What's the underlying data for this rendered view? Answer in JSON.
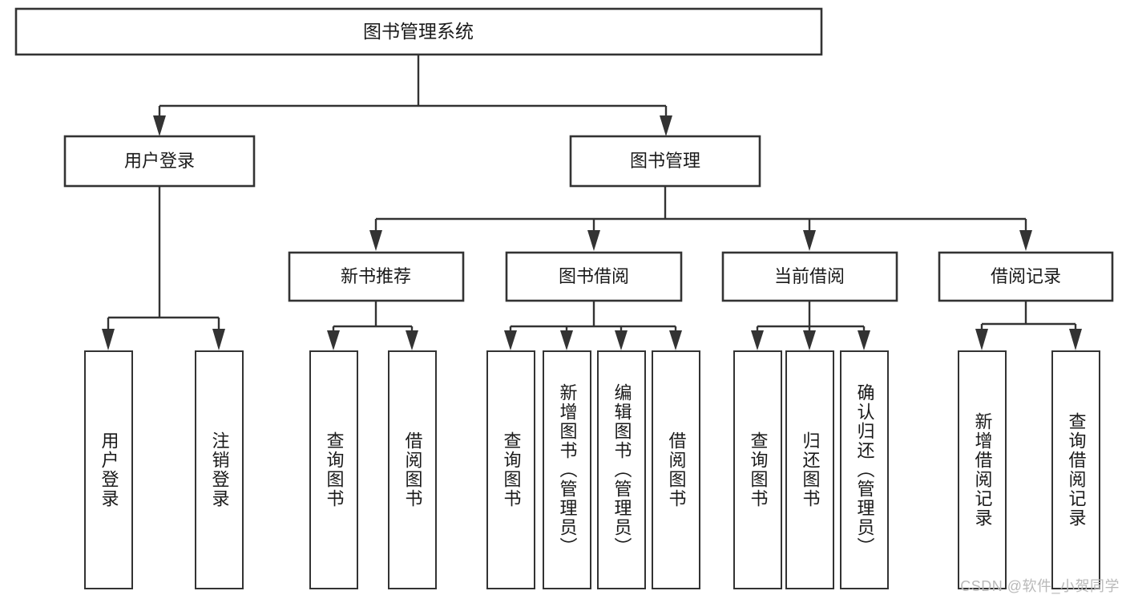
{
  "diagram": {
    "type": "hierarchy-tree",
    "title": "图书管理系统",
    "watermark": "CSDN @软件_小贺同学",
    "colors": {
      "stroke": "#333333",
      "fill": "#ffffff",
      "text": "#1a1a1a",
      "watermark": "#b9b9b9"
    },
    "root": {
      "label": "图书管理系统"
    },
    "level2": [
      {
        "label": "用户登录"
      },
      {
        "label": "图书管理"
      }
    ],
    "level3": [
      {
        "label": "新书推荐"
      },
      {
        "label": "图书借阅"
      },
      {
        "label": "当前借阅"
      },
      {
        "label": "借阅记录"
      }
    ],
    "leaves": {
      "user_login": [
        {
          "label": "用户登录"
        },
        {
          "label": "注销登录"
        }
      ],
      "new_book_recommend": [
        {
          "label": "查询图书"
        },
        {
          "label": "借阅图书"
        }
      ],
      "book_borrow": [
        {
          "label": "查询图书"
        },
        {
          "label": "新增图书（管理员）"
        },
        {
          "label": "编辑图书（管理员）"
        },
        {
          "label": "借阅图书"
        }
      ],
      "current_borrow": [
        {
          "label": "查询图书"
        },
        {
          "label": "归还图书"
        },
        {
          "label": "确认归还（管理员）"
        }
      ],
      "borrow_record": [
        {
          "label": "新增借阅记录"
        },
        {
          "label": "查询借阅记录"
        }
      ]
    }
  }
}
